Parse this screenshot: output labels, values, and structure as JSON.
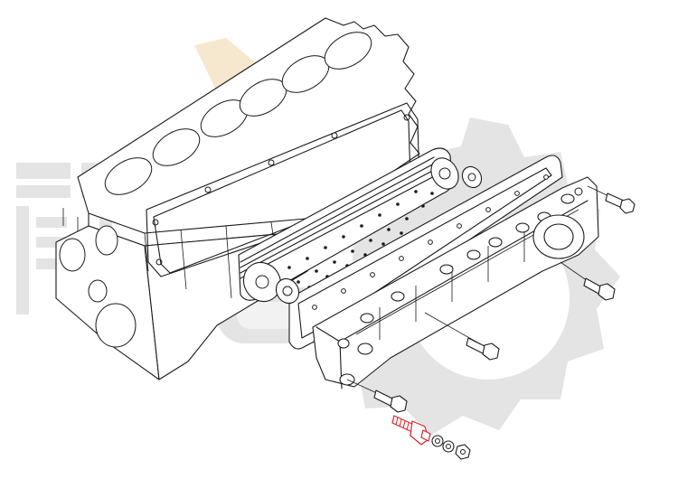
{
  "diagram": {
    "kind": "exploded parts illustration",
    "watermark": "excavator-gear-logo",
    "components": [
      {
        "id": "engine-block"
      },
      {
        "id": "block-gasket"
      },
      {
        "id": "oil-cooler-core"
      },
      {
        "id": "cover-gasket"
      },
      {
        "id": "oil-cooler-cover"
      },
      {
        "id": "bolt-upper-right"
      },
      {
        "id": "bolt-right"
      },
      {
        "id": "bolt-center"
      },
      {
        "id": "bolt-lower-left"
      },
      {
        "id": "stud-highlighted",
        "color": "#d6262a"
      },
      {
        "id": "washer-1"
      },
      {
        "id": "washer-2"
      },
      {
        "id": "nut"
      }
    ]
  }
}
